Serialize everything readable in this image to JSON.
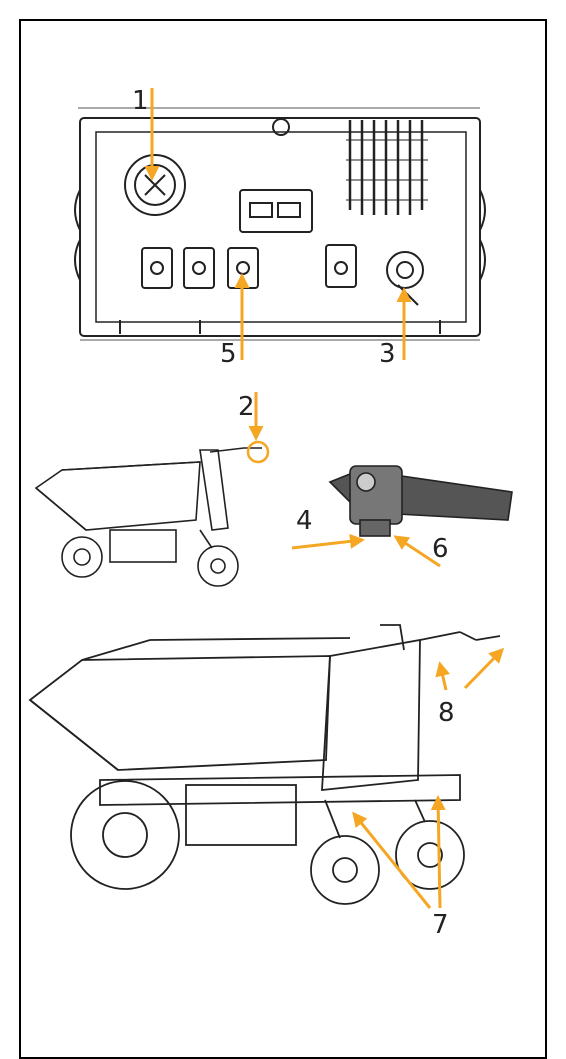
{
  "callouts": {
    "c1": "1",
    "c2": "2",
    "c3": "3",
    "c4": "4",
    "c5": "5",
    "c6": "6",
    "c7": "7",
    "c8": "8"
  },
  "colors": {
    "arrow": "#f5a623",
    "line": "#222222",
    "frame": "#000000",
    "background": "#ffffff"
  },
  "icons": [
    "battery-display-icon",
    "power-switch-icon",
    "key-switch-icon",
    "charging-socket-icon",
    "throttle-grip-icon"
  ]
}
